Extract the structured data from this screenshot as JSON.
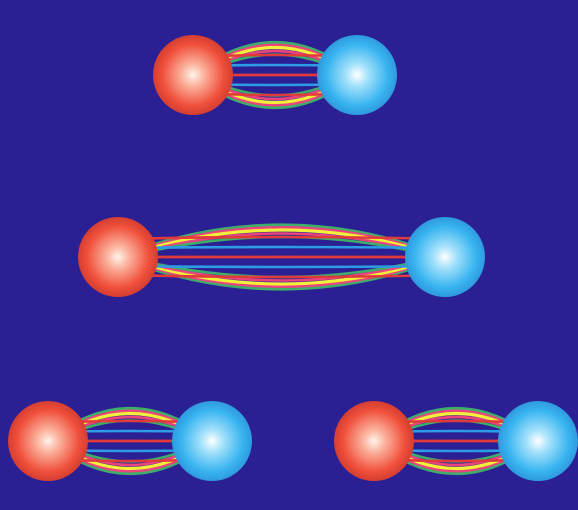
{
  "colors": {
    "background": "#2B1F94",
    "ball_left": "#F0503C",
    "ball_left_highlight": "#FFF4EC",
    "ball_right": "#38B4F0",
    "ball_right_highlight": "#FFFFFF",
    "tube_strings": [
      "#3FAE6A",
      "#E8457E",
      "#F3F03A",
      "#E03A3A",
      "#2E9BE6"
    ]
  },
  "diagram": {
    "pairs": [
      {
        "id": "top",
        "left_color": "red",
        "right_color": "blue",
        "state": "compact"
      },
      {
        "id": "middle",
        "left_color": "red",
        "right_color": "blue",
        "state": "stretched"
      },
      {
        "id": "bottom-left",
        "left_color": "red",
        "right_color": "blue",
        "state": "compact"
      },
      {
        "id": "bottom-right",
        "left_color": "red",
        "right_color": "blue",
        "state": "compact"
      }
    ]
  }
}
